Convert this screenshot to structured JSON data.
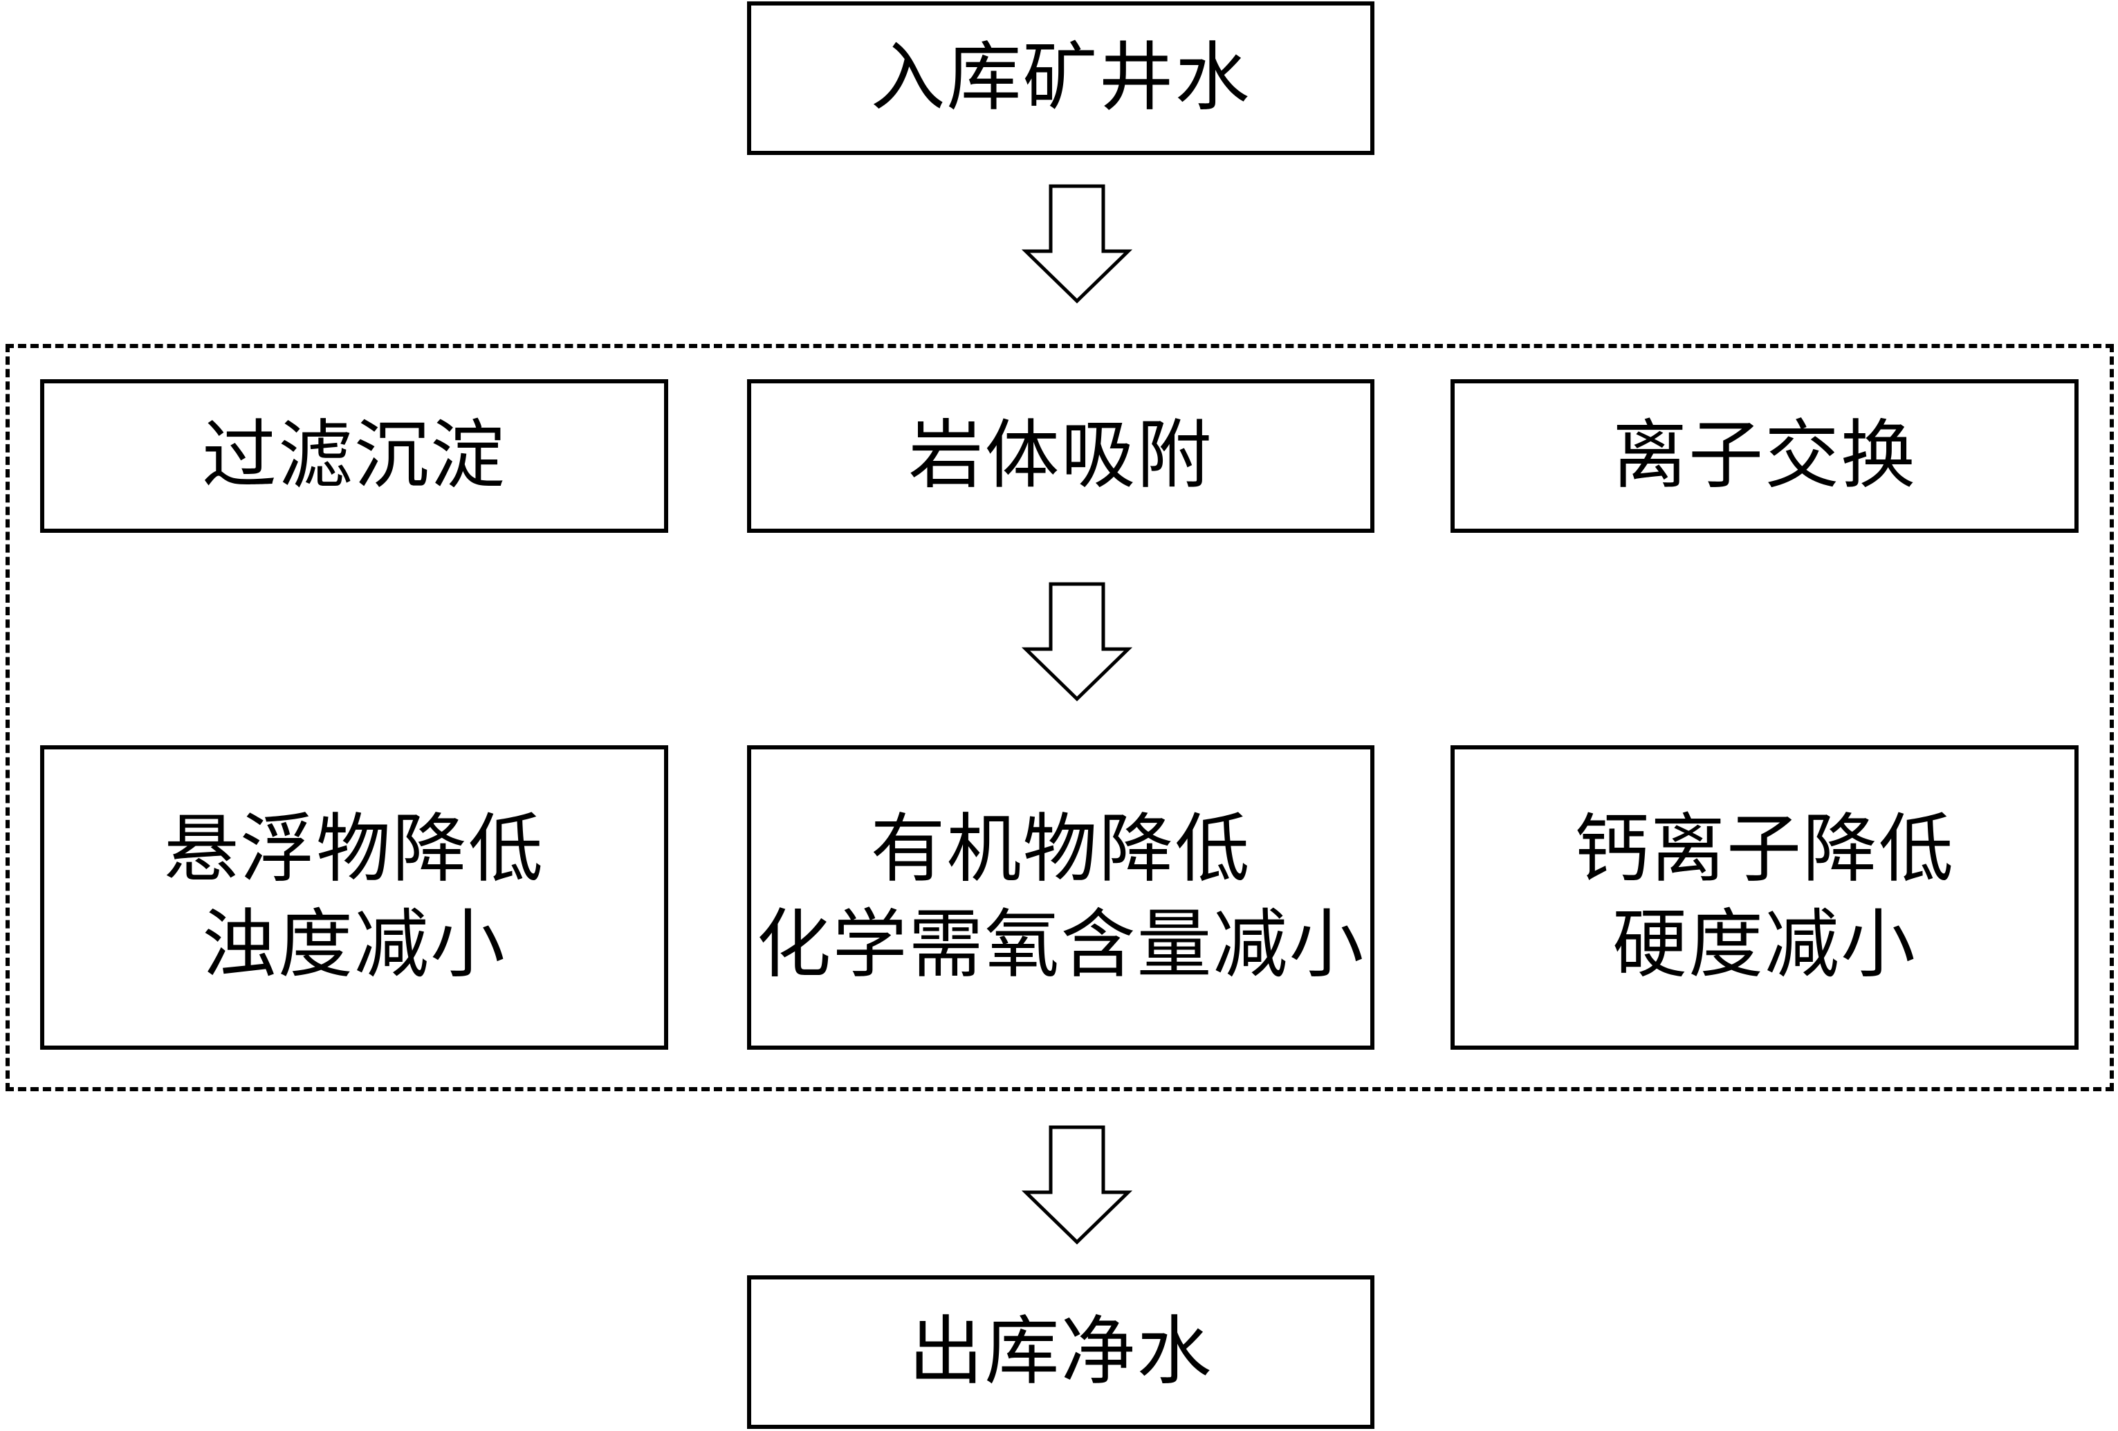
{
  "input_box": {
    "label": "入库矿井水"
  },
  "processes": [
    {
      "label": "过滤沉淀"
    },
    {
      "label": "岩体吸附"
    },
    {
      "label": "离子交换"
    }
  ],
  "results": [
    {
      "lines": [
        "悬浮物降低",
        "浊度减小"
      ]
    },
    {
      "lines": [
        "有机物降低",
        "化学需氧含量减小"
      ]
    },
    {
      "lines": [
        "钙离子降低",
        "硬度减小"
      ]
    }
  ],
  "output_box": {
    "label": "出库净水"
  }
}
